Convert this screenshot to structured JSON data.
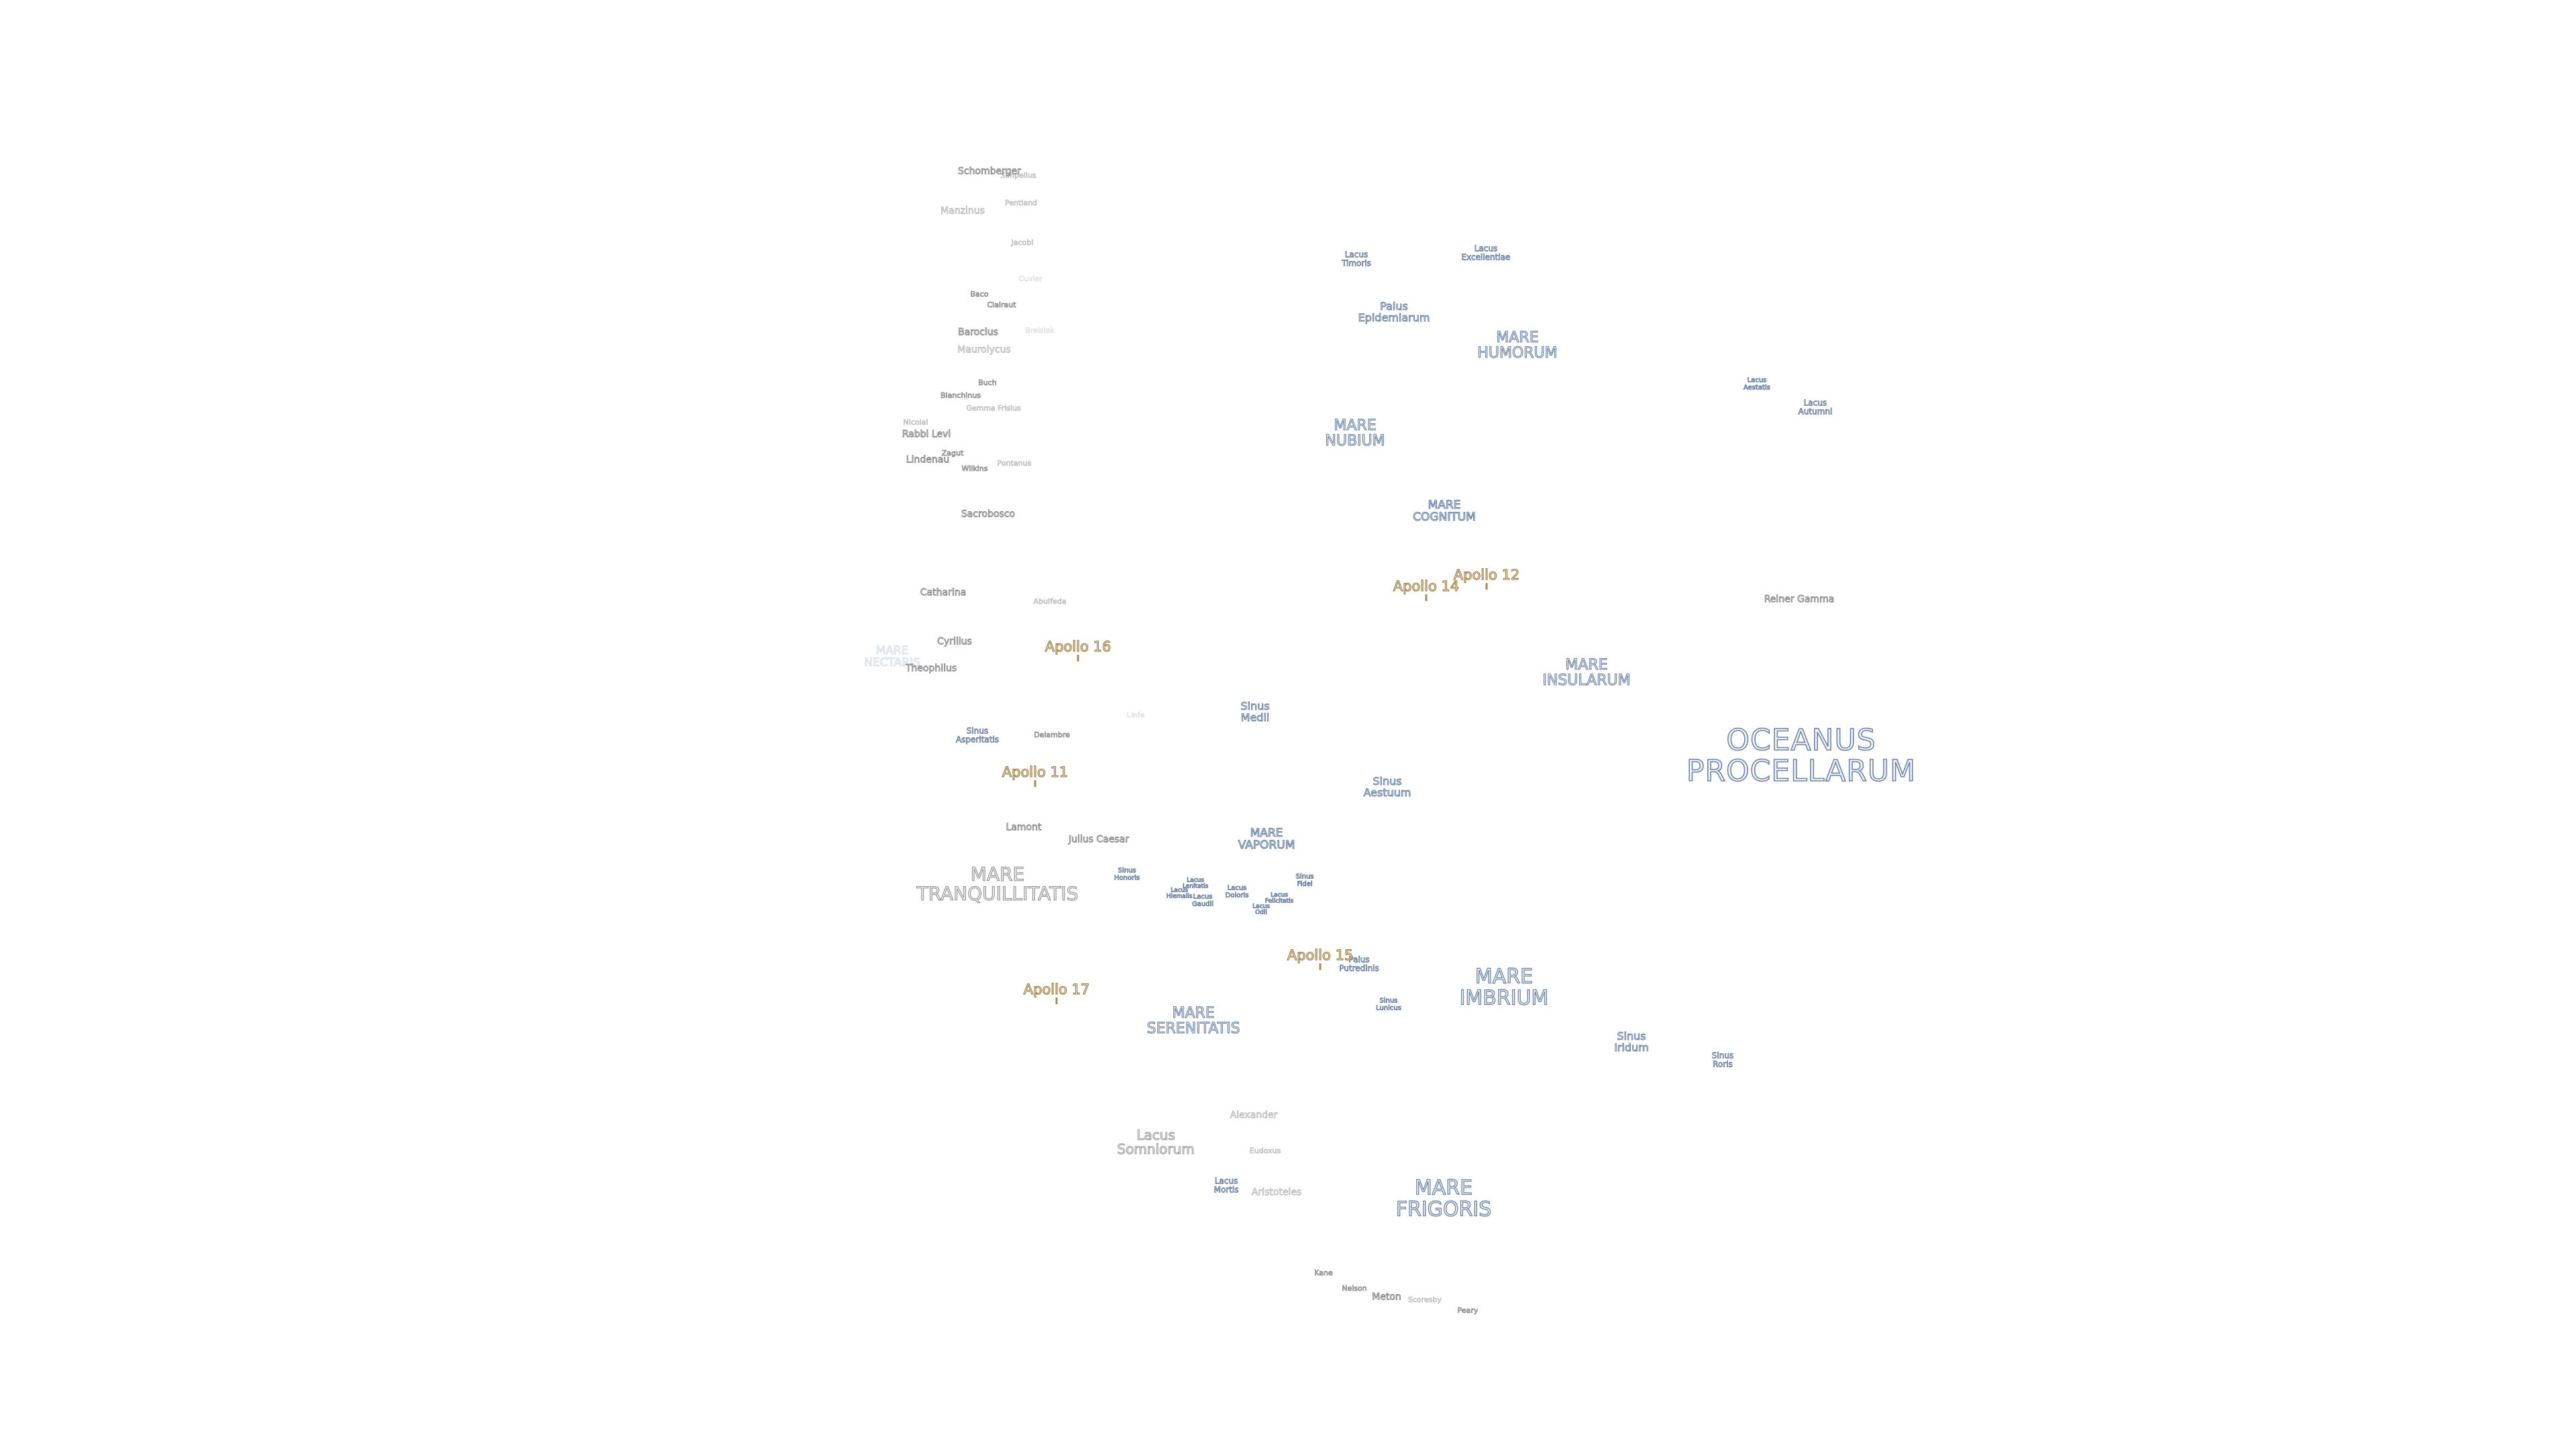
{
  "labels": [
    {
      "id": "oceanus-procellarum",
      "lines": [
        "OCEANUS",
        "PROCELLARUM"
      ]
    },
    {
      "id": "mare-imbrium",
      "lines": [
        "MARE",
        "IMBRIUM"
      ]
    },
    {
      "id": "mare-frigoris",
      "lines": [
        "MARE",
        "FRIGORIS"
      ]
    },
    {
      "id": "mare-serenitatis",
      "lines": [
        "MARE",
        "SERENITATIS"
      ]
    },
    {
      "id": "mare-tranquillitatis",
      "lines": [
        "MARE",
        "TRANQUILLITATIS"
      ]
    },
    {
      "id": "mare-nubium",
      "lines": [
        "MARE",
        "NUBIUM"
      ]
    },
    {
      "id": "mare-humorum",
      "lines": [
        "MARE",
        "HUMORUM"
      ]
    },
    {
      "id": "mare-cognitum",
      "lines": [
        "MARE",
        "COGNITUM"
      ]
    },
    {
      "id": "mare-insularum",
      "lines": [
        "MARE",
        "INSULARUM"
      ]
    },
    {
      "id": "mare-vaporum",
      "lines": [
        "MARE",
        "VAPORUM"
      ]
    },
    {
      "id": "mare-nectaris",
      "lines": [
        "MARE",
        "NECTARIS"
      ]
    },
    {
      "id": "sinus-medii",
      "lines": [
        "Sinus",
        "Medii"
      ]
    },
    {
      "id": "sinus-aestuum",
      "lines": [
        "Sinus",
        "Aestuum"
      ]
    },
    {
      "id": "sinus-iridum",
      "lines": [
        "Sinus",
        "Iridum"
      ]
    },
    {
      "id": "sinus-roris",
      "lines": [
        "Sinus",
        "Roris"
      ]
    },
    {
      "id": "sinus-asperitatis",
      "lines": [
        "Sinus",
        "Asperitatis"
      ]
    },
    {
      "id": "sinus-honoris",
      "lines": [
        "Sinus",
        "Honoris"
      ]
    },
    {
      "id": "sinus-lunicus",
      "lines": [
        "Sinus",
        "Lunicus"
      ]
    },
    {
      "id": "sinus-fidei",
      "lines": [
        "Sinus",
        "Fidei"
      ]
    },
    {
      "id": "lacus-somniorum",
      "lines": [
        "Lacus",
        "Somniorum"
      ]
    },
    {
      "id": "lacus-mortis",
      "lines": [
        "Lacus",
        "Mortis"
      ]
    },
    {
      "id": "lacus-timoris",
      "lines": [
        "Lacus",
        "Timoris"
      ]
    },
    {
      "id": "lacus-excellentiae",
      "lines": [
        "Lacus",
        "Excellentiae"
      ]
    },
    {
      "id": "lacus-autumni",
      "lines": [
        "Lacus",
        "Autumni"
      ]
    },
    {
      "id": "lacus-aestatis",
      "lines": [
        "Lacus",
        "Aestatis"
      ]
    },
    {
      "id": "lacus-lenitatis",
      "lines": [
        "Lacus",
        "Lenitatis"
      ]
    },
    {
      "id": "lacus-doloris",
      "lines": [
        "Lacus",
        "Doloris"
      ]
    },
    {
      "id": "lacus-gaudii",
      "lines": [
        "Lacus",
        "Gaudii"
      ]
    },
    {
      "id": "lacus-hiemalis",
      "lines": [
        "Lacus",
        "Hiemalis"
      ]
    },
    {
      "id": "lacus-odii",
      "lines": [
        "Lacus",
        "Odii"
      ]
    },
    {
      "id": "lacus-felicitatis",
      "lines": [
        "Lacus",
        "Felicitatis"
      ]
    },
    {
      "id": "palus-epidemiarum",
      "lines": [
        "Palus",
        "Epidemiarum"
      ]
    },
    {
      "id": "palus-putredinis",
      "lines": [
        "Palus",
        "Putredinis"
      ]
    },
    {
      "id": "apollo-11",
      "lines": [
        "Apollo 11"
      ]
    },
    {
      "id": "apollo-12",
      "lines": [
        "Apollo 12"
      ]
    },
    {
      "id": "apollo-14",
      "lines": [
        "Apollo 14"
      ]
    },
    {
      "id": "apollo-15",
      "lines": [
        "Apollo 15"
      ]
    },
    {
      "id": "apollo-16",
      "lines": [
        "Apollo 16"
      ]
    },
    {
      "id": "apollo-17",
      "lines": [
        "Apollo 17"
      ]
    },
    {
      "id": "reiner-gamma",
      "lines": [
        "Reiner Gamma"
      ]
    },
    {
      "id": "julius-caesar",
      "lines": [
        "Julius Caesar"
      ]
    },
    {
      "id": "lamont",
      "lines": [
        "Lamont"
      ]
    },
    {
      "id": "delambre",
      "lines": [
        "Delambre"
      ]
    },
    {
      "id": "theophilus",
      "lines": [
        "Theophilus"
      ]
    },
    {
      "id": "cyrillus",
      "lines": [
        "Cyrillus"
      ]
    },
    {
      "id": "catharina",
      "lines": [
        "Catharina"
      ]
    },
    {
      "id": "abulfeda",
      "lines": [
        "Abulfeda"
      ]
    },
    {
      "id": "lade",
      "lines": [
        "Lade"
      ]
    },
    {
      "id": "sacrobosco",
      "lines": [
        "Sacrobosco"
      ]
    },
    {
      "id": "rabbi-levi",
      "lines": [
        "Rabbi Levi"
      ]
    },
    {
      "id": "nicolai",
      "lines": [
        "Nicolai"
      ]
    },
    {
      "id": "lindenau",
      "lines": [
        "Lindenau"
      ]
    },
    {
      "id": "zagut",
      "lines": [
        "Zagut"
      ]
    },
    {
      "id": "wilkins",
      "lines": [
        "Wilkins"
      ]
    },
    {
      "id": "pontanus",
      "lines": [
        "Pontanus"
      ]
    },
    {
      "id": "gemma-frisius",
      "lines": [
        "Gemma Frisius"
      ]
    },
    {
      "id": "blanchinus",
      "lines": [
        "Blanchinus"
      ]
    },
    {
      "id": "buch",
      "lines": [
        "Buch"
      ]
    },
    {
      "id": "barocius",
      "lines": [
        "Barocius"
      ]
    },
    {
      "id": "maurolycus",
      "lines": [
        "Maurolycus"
      ]
    },
    {
      "id": "breislak",
      "lines": [
        "Breislak"
      ]
    },
    {
      "id": "baco",
      "lines": [
        "Baco"
      ]
    },
    {
      "id": "clairaut",
      "lines": [
        "Clairaut"
      ]
    },
    {
      "id": "cuvier",
      "lines": [
        "Cuvier"
      ]
    },
    {
      "id": "jacobi",
      "lines": [
        "Jacobi"
      ]
    },
    {
      "id": "pentland",
      "lines": [
        "Pentland"
      ]
    },
    {
      "id": "manzinus",
      "lines": [
        "Manzinus"
      ]
    },
    {
      "id": "schomberger",
      "lines": [
        "Schomberger"
      ]
    },
    {
      "id": "simpelius",
      "lines": [
        "Simpelius"
      ]
    },
    {
      "id": "alexander",
      "lines": [
        "Alexander"
      ]
    },
    {
      "id": "eudoxus",
      "lines": [
        "Eudoxus"
      ]
    },
    {
      "id": "aristoteles",
      "lines": [
        "Aristoteles"
      ]
    },
    {
      "id": "kane",
      "lines": [
        "Kane"
      ]
    },
    {
      "id": "nelson",
      "lines": [
        "Nelson"
      ]
    },
    {
      "id": "meton",
      "lines": [
        "Meton"
      ]
    },
    {
      "id": "scoresby",
      "lines": [
        "Scoresby"
      ]
    },
    {
      "id": "peary",
      "lines": [
        "Peary"
      ]
    }
  ],
  "colors": {
    "mare_stroke": "#6f86a8",
    "crater_stroke": "#8a8a8a",
    "apollo_stroke": "#9a7a40",
    "background": "#ffffff"
  }
}
